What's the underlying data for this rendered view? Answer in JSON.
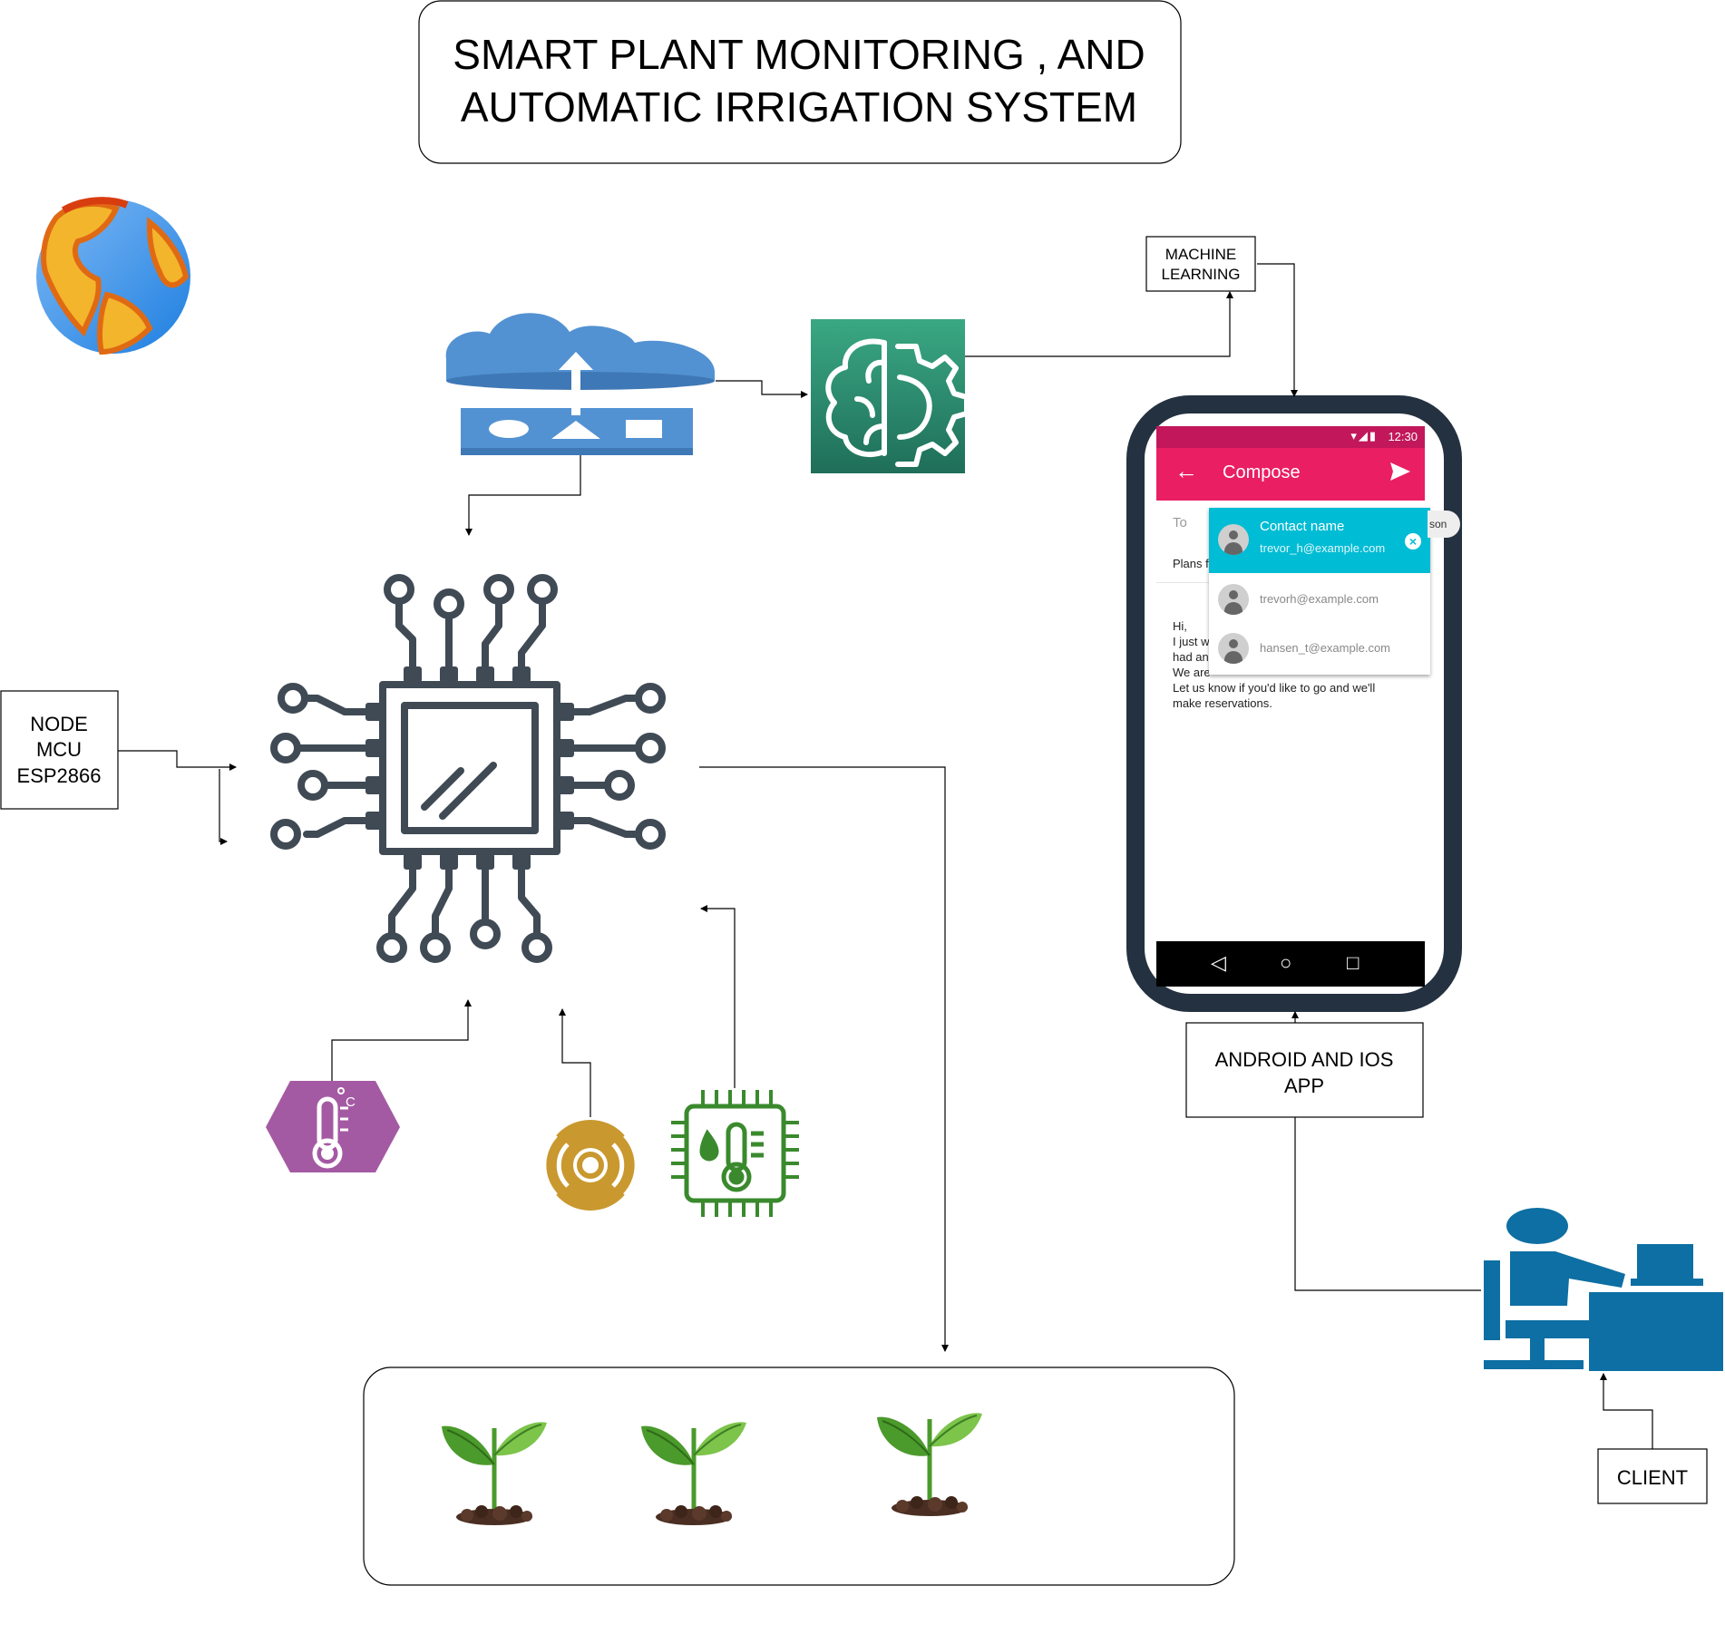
{
  "title": {
    "line1": "SMART PLANT MONITORING , AND",
    "line2": "AUTOMATIC IRRIGATION SYSTEM"
  },
  "labels": {
    "node_mcu": [
      "NODE",
      "MCU",
      "ESP2866"
    ],
    "machine_learning": [
      "MACHINE",
      "LEARNING"
    ],
    "app": [
      "ANDROID AND IOS",
      "APP"
    ],
    "client": "CLIENT"
  },
  "phone": {
    "status_time": "12:30",
    "compose_title": "Compose",
    "to_label": "To",
    "subject": "Plans f",
    "body_lines": [
      "Hi,",
      "I just w",
      "had an",
      "We are",
      "Let us know if you'd like to go and we'll",
      "make reservations."
    ],
    "chip_tail": "son",
    "contacts": [
      {
        "name": "Contact name",
        "email": "trevor_h@example.com"
      },
      {
        "email": "trevorh@example.com"
      },
      {
        "email": "hansen_t@example.com"
      }
    ]
  },
  "colors": {
    "cloud_blue": "#5392d2",
    "ml_green": "#2e8b6e",
    "chip_gray": "#3f4a55",
    "temp_purple": "#a45aa3",
    "sound_gold": "#c9982f",
    "humidity_green": "#3a8a2d",
    "phone_frame": "#243140",
    "client_blue": "#0d6fa3",
    "plant_green": "#4b9a2c"
  },
  "icons": [
    "globe-icon",
    "cloud-router-icon",
    "machine-learning-brain-icon",
    "microchip-icon",
    "temperature-sensor-icon",
    "sound-sensor-icon",
    "humidity-sensor-icon",
    "client-desk-icon",
    "plant-icon"
  ]
}
